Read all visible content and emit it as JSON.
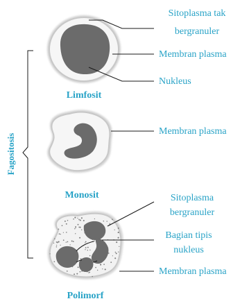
{
  "side_label": "Fagositosis",
  "cells": [
    {
      "name": "Limfosit",
      "labels": [
        {
          "lines": [
            "Sitoplasma tak",
            "bergranuler"
          ]
        },
        {
          "lines": [
            "Membran plasma"
          ]
        },
        {
          "lines": [
            "Nukleus"
          ]
        }
      ]
    },
    {
      "name": "Monosit",
      "labels": [
        {
          "lines": [
            "Membran plasma"
          ]
        }
      ]
    },
    {
      "name": "Polimorf",
      "labels": [
        {
          "lines": [
            "Sitoplasma",
            "bergranuler"
          ]
        },
        {
          "lines": [
            "Bagian tipis",
            "nukleus"
          ]
        },
        {
          "lines": [
            "Membran plasma"
          ]
        }
      ]
    }
  ],
  "colors": {
    "label": "#29a3c7",
    "nucleus": "#6b6b6b",
    "cytoplasm": "#f5f5f5",
    "cell_outline": "#cfcfcf",
    "granule": "#7a7a7a"
  }
}
